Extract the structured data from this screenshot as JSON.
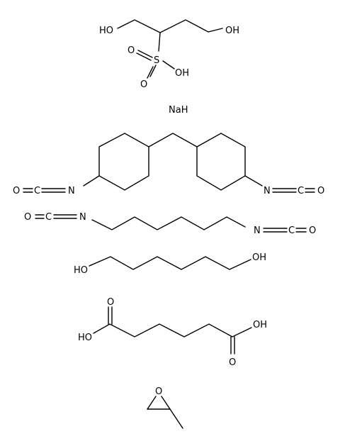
{
  "molecules": {
    "butanediol_sulfonic_acid": {
      "oh_left": "HO",
      "oh_right": "OH",
      "sulfur": "S",
      "o_upper": "O",
      "o_lower": "O",
      "sulfonic_oh": "OH"
    },
    "sodium_hydride": {
      "label": "NaH"
    },
    "hmdi": {
      "o_left": "O",
      "c_left": "C",
      "n_left": "N",
      "n_right": "N",
      "c_right": "C",
      "o_right": "O"
    },
    "hdi": {
      "o_left": "O",
      "c_left": "C",
      "n_left": "N",
      "n_right": "N",
      "c_right": "C",
      "o_right": "O"
    },
    "hexanediol": {
      "oh_left": "HO",
      "oh_right": "OH"
    },
    "adipic_acid": {
      "o_upper": "O",
      "oh_left": "HO",
      "oh_right": "OH",
      "o_lower": "O"
    },
    "propylene_oxide": {
      "oxygen": "O"
    }
  }
}
